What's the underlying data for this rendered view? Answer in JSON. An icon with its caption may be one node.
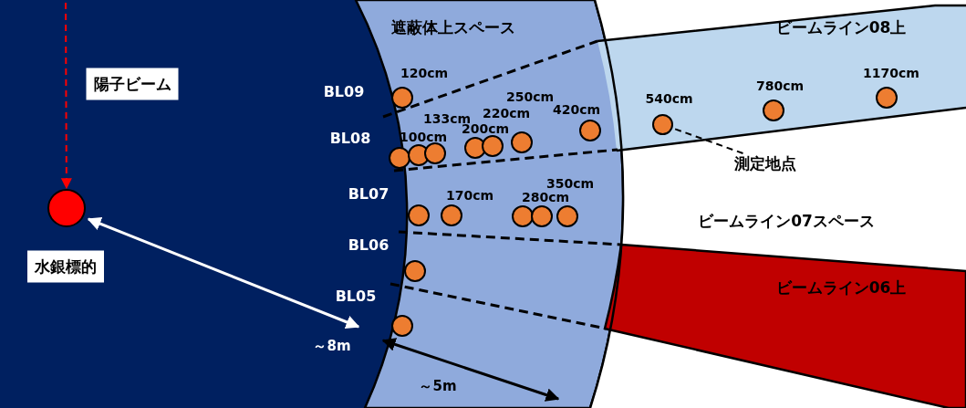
{
  "diagram": {
    "nodes": [
      {
        "text": [],
        "shape": "circle"
      },
      {
        "text": [
          "測定地点"
        ]
      },
      {
        "text": [],
        "shape": "circle",
        "beside": [
          "540cm"
        ]
      }
    ],
    "edges": [
      {
        "from": null,
        "to": 0,
        "arrow": "to",
        "style": "dashed",
        "color": "#ff0000"
      },
      {
        "from": 1,
        "to": 2,
        "arrow": "none",
        "style": "dashed",
        "color": "#000000"
      }
    ],
    "labels": [
      "遮蔽体上スペース",
      "ビームライン08上",
      "陽子ビーム",
      "120cm",
      "BL09",
      "250cm",
      "780cm",
      "1170cm",
      "133cm",
      "220cm",
      "420cm",
      "100cm",
      "200cm",
      "BL08",
      "350cm",
      "BL07",
      "170cm",
      "280cm",
      "ビームライン07スペース",
      "水銀標的",
      "BL06",
      "ビームライン06上",
      "BL05",
      "～8m",
      "～5m"
    ]
  }
}
